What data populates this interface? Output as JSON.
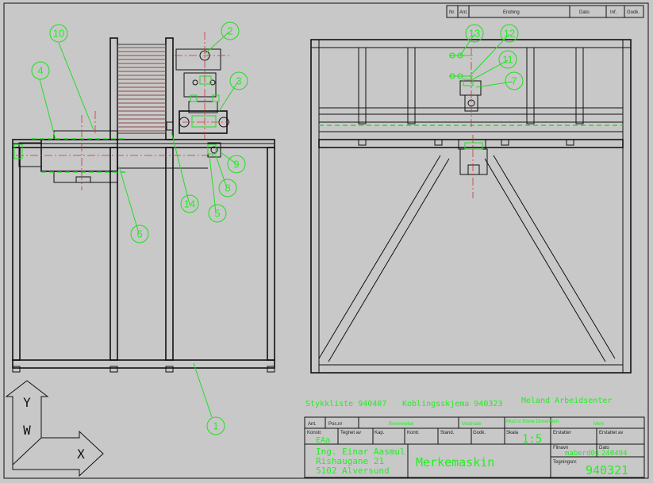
{
  "revision_table": {
    "headers": [
      "Nr.",
      "Ant.",
      "Endring",
      "Dato",
      "Inf.",
      "Godk."
    ]
  },
  "balloons": [
    "1",
    "2",
    "3",
    "4",
    "5",
    "6",
    "7",
    "8",
    "9",
    "10",
    "11",
    "12",
    "13",
    "14"
  ],
  "notes": {
    "stykkliste": "Stykkliste 940407",
    "koblingsskjema": "Koblingsskjema 940323",
    "company": "Meland Arbeidsenter"
  },
  "title_block": {
    "row1": {
      "ant": "Ant.",
      "pos_nr": "Pos.nr",
      "benevnelse": "Benevnelse",
      "materiale": "Materiale",
      "dimension": "Mod.nr Emne Dimension",
      "merk": "Merk"
    },
    "row2": {
      "konstr_label": "Konstr.",
      "konstr_value": "EAa",
      "tegnet_av": "Tegnet av",
      "kap": "Kap.",
      "kontr": "Kontr.",
      "stand": "Stand.",
      "godk": "Godk.",
      "skala_label": "Skala",
      "skala_value": "1:5",
      "erstatter": "Erstatter",
      "erstattet_av": "Erstattet av"
    },
    "address": [
      "Ing. Einar Aasmul",
      "Rishaugane 21",
      "5102 Alversund"
    ],
    "drawing_title": "Merkemaskin",
    "filnavn_label": "Filnavn",
    "filnavn_value": "maberd01",
    "dato_label": "Dato",
    "dato_value": "240494",
    "tegningsnr_label": "Tegningsnr.",
    "tegningsnr_value": "940321"
  },
  "ucs_icon": {
    "y_label": "Y",
    "w_label": "W",
    "x_label": "X"
  }
}
